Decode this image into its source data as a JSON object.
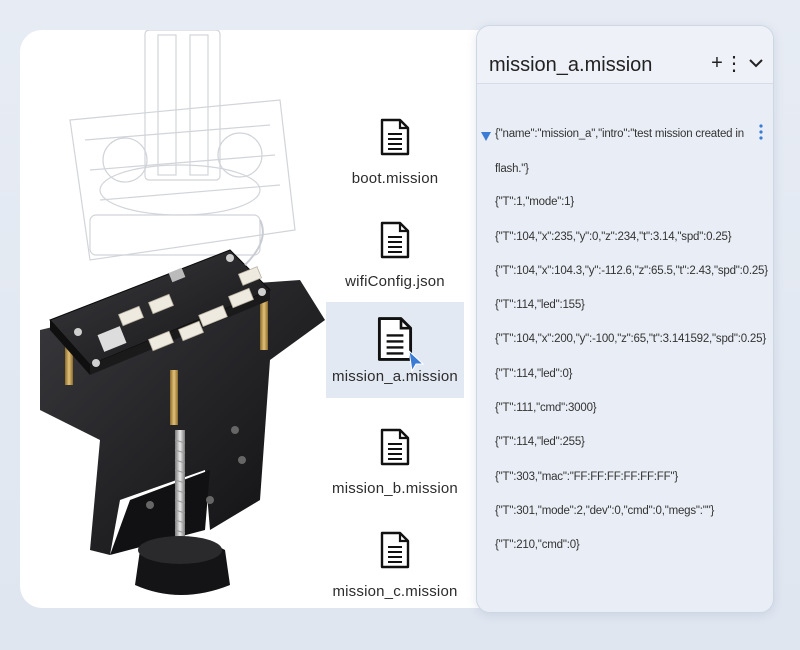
{
  "files": [
    {
      "name": "boot.mission",
      "selected": false
    },
    {
      "name": "wifiConfig.json",
      "selected": false
    },
    {
      "name": "mission_a.mission",
      "selected": true
    },
    {
      "name": "mission_b.mission",
      "selected": false
    },
    {
      "name": "mission_c.mission",
      "selected": false
    }
  ],
  "editor": {
    "title": "mission_a.mission",
    "add_icon": "+",
    "menu_icon": "⋮",
    "collapse_icon": "chevron-down-icon",
    "lines": [
      "{\"name\":\"mission_a\",\"intro\":\"test mission created in",
      "flash.\"}",
      "{\"T\":1,\"mode\":1}",
      "{\"T\":104,\"x\":235,\"y\":0,\"z\":234,\"t\":3.14,\"spd\":0.25}",
      "{\"T\":104,\"x\":104.3,\"y\":-112.6,\"z\":65.5,\"t\":2.43,\"spd\":0.25}",
      "{\"T\":114,\"led\":155}",
      "{\"T\":104,\"x\":200,\"y\":-100,\"z\":65,\"t\":3.141592,\"spd\":0.25}",
      "{\"T\":114,\"led\":0}",
      "{\"T\":111,\"cmd\":3000}",
      "{\"T\":114,\"led\":255}",
      "{\"T\":303,\"mac\":\"FF:FF:FF:FF:FF:FF\"}",
      "{\"T\":301,\"mode\":2,\"dev\":0,\"cmd\":0,\"megs\":\"\"}",
      "{\"T\":210,\"cmd\":0}"
    ]
  },
  "colors": {
    "accent": "#3a7bd5",
    "panel_bg": "#e9eef6",
    "selected_bg": "#e3e9f3",
    "metal": "#1d1d1f",
    "board": "#2a2a2c"
  }
}
